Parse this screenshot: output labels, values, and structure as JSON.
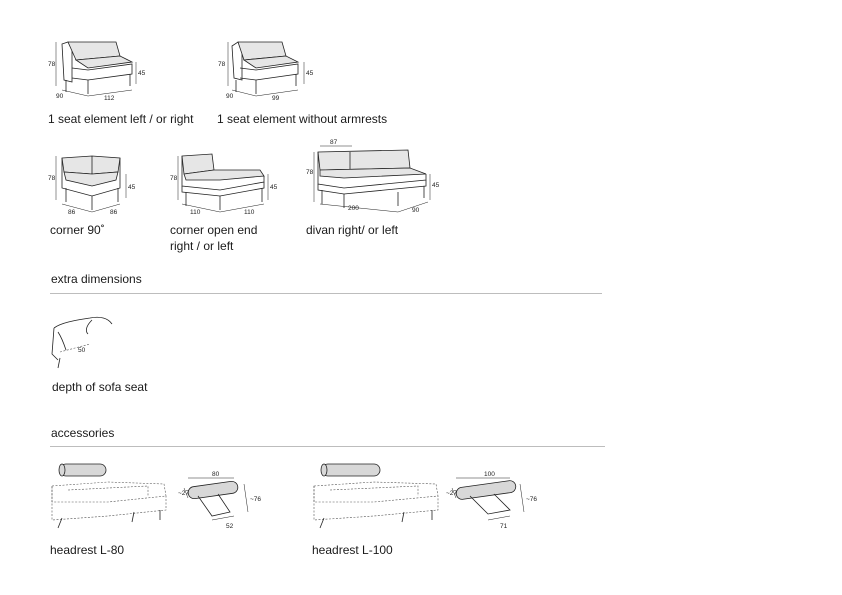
{
  "products": [
    {
      "caption": "1 seat element left / or right",
      "dims": {
        "height": "78",
        "seat": "45",
        "depth": "90",
        "width": "112"
      }
    },
    {
      "caption": "1 seat element without armrests",
      "dims": {
        "height": "78",
        "seat": "45",
        "depth": "90",
        "width": "99"
      }
    },
    {
      "caption": "corner 90˚",
      "dims": {
        "height": "78",
        "seat": "45",
        "depth": "86",
        "width": "86"
      }
    },
    {
      "caption_lines": [
        "corner open end",
        "right / or left"
      ],
      "dims": {
        "height": "78",
        "seat": "45",
        "depth": "110",
        "width": "110"
      }
    },
    {
      "caption": "divan right/ or left",
      "dims": {
        "height": "78",
        "seat": "45",
        "top": "87",
        "width": "200",
        "depth": "90"
      }
    }
  ],
  "extra": {
    "heading": "extra dimensions",
    "item": {
      "caption": "depth of sofa seat",
      "dims": {
        "depth": "50"
      }
    }
  },
  "accessories": {
    "heading": "accessories",
    "items": [
      {
        "caption": "headrest L-80",
        "dims": {
          "width": "80",
          "height": "~76",
          "depth": "~27",
          "base": "52"
        }
      },
      {
        "caption": "headrest L-100",
        "dims": {
          "width": "100",
          "height": "~76",
          "depth": "~27",
          "base": "71"
        }
      }
    ]
  }
}
